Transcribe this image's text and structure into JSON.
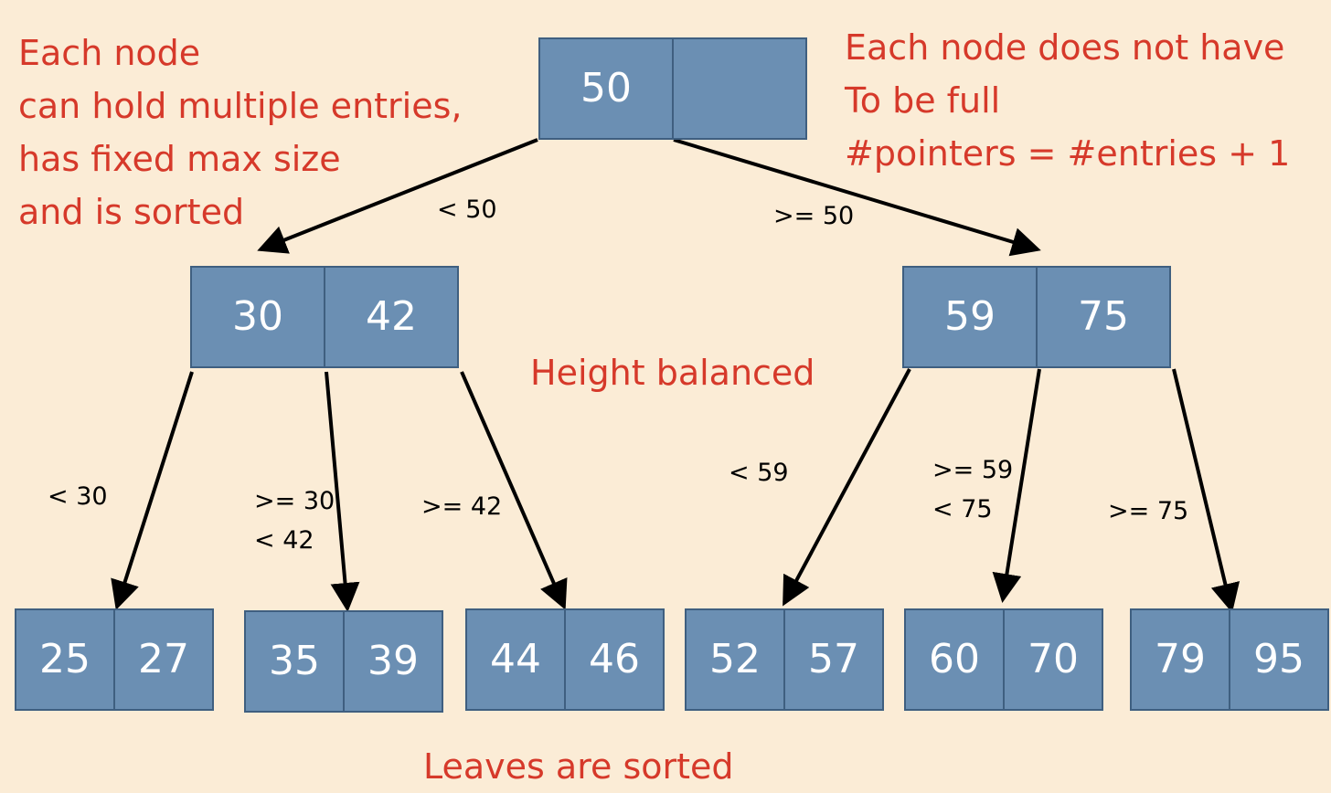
{
  "colors": {
    "background": "#fbecd6",
    "node_fill": "#6b8fb3",
    "node_stroke": "#3f5f80",
    "note_text": "#d6392a",
    "edge": "#000000"
  },
  "notes": {
    "left": [
      "Each node",
      "can hold multiple entries,",
      "has fixed max size",
      "and is sorted"
    ],
    "right": [
      "Each node does not have",
      "To be full",
      "#pointers = #entries + 1"
    ],
    "height": "Height balanced",
    "leaves": "Leaves are sorted"
  },
  "nodes": [
    {
      "id": "root",
      "entries": [
        "50",
        ""
      ]
    },
    {
      "id": "left",
      "entries": [
        "30",
        "42"
      ]
    },
    {
      "id": "right",
      "entries": [
        "59",
        "75"
      ]
    },
    {
      "id": "leaf1",
      "entries": [
        "25",
        "27"
      ]
    },
    {
      "id": "leaf2",
      "entries": [
        "35",
        "39"
      ]
    },
    {
      "id": "leaf3",
      "entries": [
        "44",
        "46"
      ]
    },
    {
      "id": "leaf4",
      "entries": [
        "52",
        "57"
      ]
    },
    {
      "id": "leaf5",
      "entries": [
        "60",
        "70"
      ]
    },
    {
      "id": "leaf6",
      "entries": [
        "79",
        "95"
      ]
    }
  ],
  "edges": [
    {
      "from": "root",
      "to": "left",
      "label": [
        "< 50"
      ]
    },
    {
      "from": "root",
      "to": "right",
      "label": [
        ">= 50"
      ]
    },
    {
      "from": "left",
      "to": "leaf1",
      "label": [
        "< 30"
      ]
    },
    {
      "from": "left",
      "to": "leaf2",
      "label": [
        ">= 30",
        "< 42"
      ]
    },
    {
      "from": "left",
      "to": "leaf3",
      "label": [
        ">= 42"
      ]
    },
    {
      "from": "right",
      "to": "leaf4",
      "label": [
        "< 59"
      ]
    },
    {
      "from": "right",
      "to": "leaf5",
      "label": [
        ">= 59",
        "< 75"
      ]
    },
    {
      "from": "right",
      "to": "leaf6",
      "label": [
        ">= 75"
      ]
    }
  ]
}
